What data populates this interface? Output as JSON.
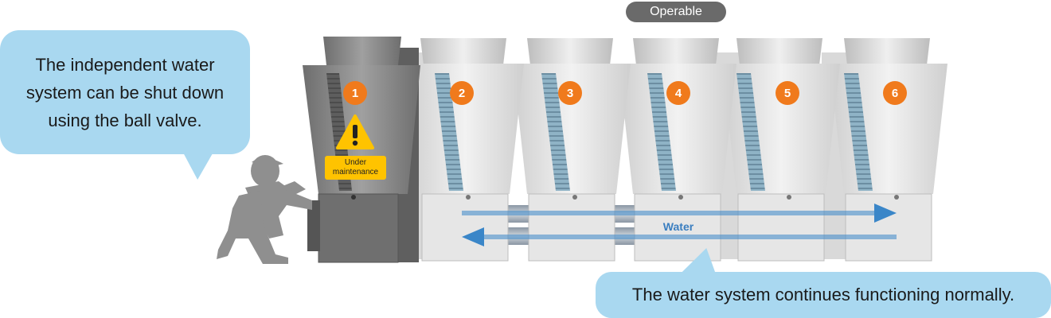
{
  "status_badge": "Operable",
  "left_callout": [
    "The independent water",
    "system can be shut down",
    "using the ball valve."
  ],
  "right_callout": "The water system continues functioning normally.",
  "maintenance_label": [
    "Under",
    "maintenance"
  ],
  "water_label": "Water",
  "units": [
    "1",
    "2",
    "3",
    "4",
    "5",
    "6"
  ],
  "icons": {
    "warning": "warning-triangle-icon",
    "technician": "technician-silhouette-icon"
  },
  "colors": {
    "callout": "#a9d8f0",
    "badge": "#6a6a6a",
    "unit_number": "#f07a1c",
    "maintenance": "#ffc300",
    "water_arrow": "#3a86c8"
  }
}
